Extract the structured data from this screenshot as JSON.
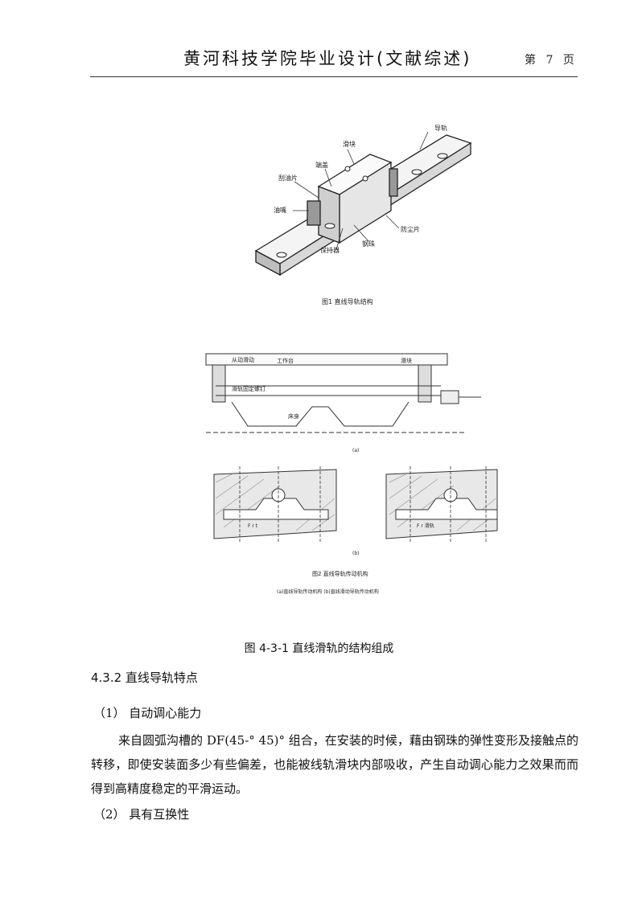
{
  "header": {
    "title": "黄河科技学院毕业设计(文献综述)",
    "page": "第 7 页"
  },
  "figure": {
    "caption": "图 4-3-1  直线滑轨的结构组成",
    "fig1": {
      "labels": {
        "rail": "导轨",
        "block": "滑块",
        "seal": "端盖",
        "scraper": "刮油片",
        "grease": "油嘴",
        "retainer": "保持器",
        "ball": "钢珠",
        "dust": "防尘片"
      },
      "caption": "图1    直线导轨结构"
    },
    "fig2": {
      "labels": {
        "work_table": "工作台",
        "bed": "床身",
        "driven": "从动滑动",
        "slider": "滑块",
        "rail_fix": "滑轨固定螺钉",
        "a": "(a)",
        "b": "(b)",
        "note_b1": "F  r  t",
        "note_b2": "F  r  滑轨"
      },
      "caption": "图2    直线导轨传动机构",
      "subcaption": "(a)直线导轨传动机构    (b)直线滑动导轨传动机构"
    }
  },
  "section": {
    "title": "4.3.2 直线导轨特点"
  },
  "items": [
    {
      "label": "（1）  自动调心能力"
    },
    {
      "label": "（2）  具有互换性"
    }
  ],
  "paragraph": "来自圆弧沟槽的 DF(45-° 45)° 组合，在安装的时候，藉由钢珠的弹性变形及接触点的转移，即使安装面多少有些偏差，也能被线轨滑块内部吸收，产生自动调心能力之效果而而得到高精度稳定的平滑运动。"
}
